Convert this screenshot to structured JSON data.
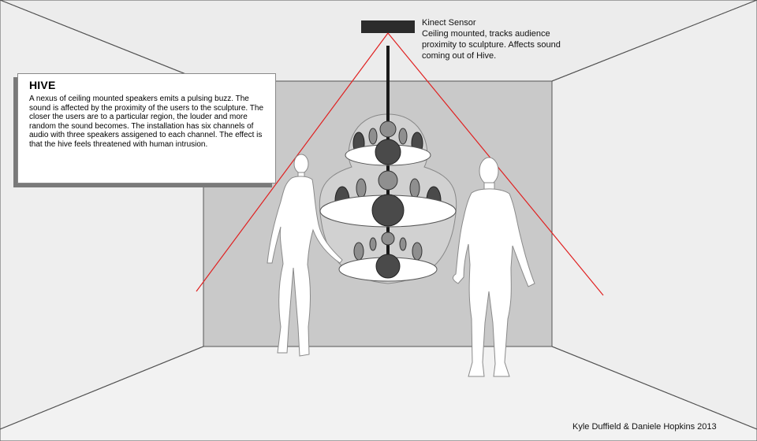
{
  "info_box": {
    "title": "HIVE",
    "description": "A nexus of ceiling mounted speakers emits a pulsing buzz. The sound is affected by the proximity of the users to the sculpture. The closer the users are to a particular region, the louder and more random the sound becomes. The installation has six channels of audio with three speakers assigened to each channel. The effect is that the hive feels threatened with human intrusion."
  },
  "sensor": {
    "label": "Kinect Sensor",
    "description": "Ceiling mounted, tracks audience proximity to sculpture. Affects sound coming out of Hive."
  },
  "credit": "Kyle Duffield & Daniele Hopkins 2013",
  "colors": {
    "sight_lines": "#e02020",
    "back_wall": "#c9c9c9",
    "side_walls": "#eeeeee",
    "speaker": "#4a4a4a",
    "speaker_light": "#8f8f8f",
    "figure": "#ffffff"
  }
}
